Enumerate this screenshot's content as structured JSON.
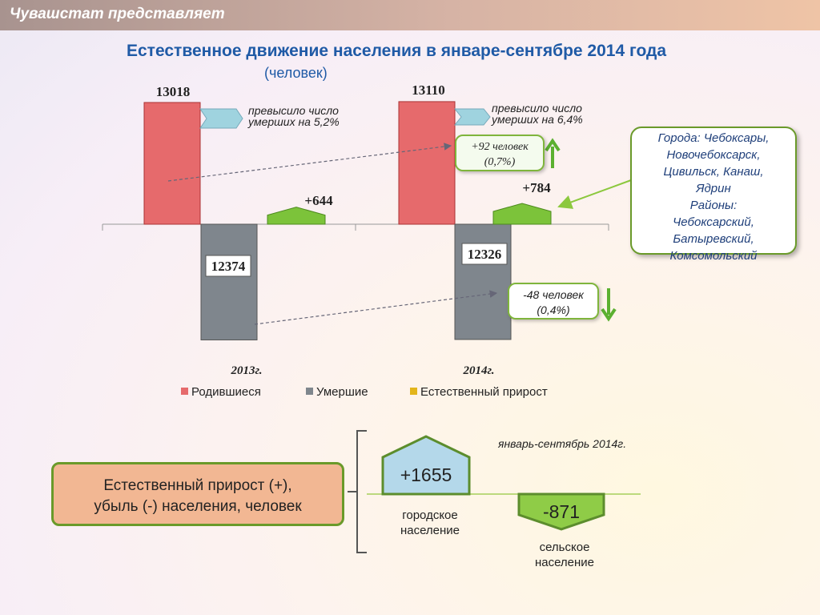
{
  "header": {
    "brand": "Чувашстат представляет"
  },
  "title": "Естественное движение населения в январе-сентябре 2014 года",
  "subtitle": "(человек)",
  "chart_data": {
    "type": "bar",
    "categories": [
      "2013г.",
      "2014г."
    ],
    "series": [
      {
        "name": "Родившиеся",
        "values": [
          13018,
          13110
        ],
        "color": "#e66a6c"
      },
      {
        "name": "Умершие",
        "values": [
          12374,
          12326
        ],
        "color": "#7f868d"
      },
      {
        "name": "Естественный прирост",
        "values": [
          644,
          784
        ],
        "color": "#7cc33a"
      }
    ],
    "value_labels": {
      "births": [
        "13018",
        "13110"
      ],
      "deaths": [
        "12374",
        "12326"
      ],
      "growth": [
        "+644",
        "+784"
      ]
    },
    "legend_position": "bottom"
  },
  "notes": {
    "exceeded_2013": "превысило число умерших на 5,2%",
    "exceeded_2014": "превысило число умерших на 6,4%",
    "births_change": "+92 человек (0,7%)",
    "deaths_change": "-48 человек (0,4%)"
  },
  "cities_box": {
    "lines": [
      "Города: Чебоксары,",
      "Новочебоксарск,",
      "Цивильск, Канаш,",
      "Ядрин",
      "Районы:",
      "Чебоксарский,",
      "Батыревский,",
      "Комсомольский"
    ]
  },
  "bottom": {
    "box_text_1": "Естественный прирост (+),",
    "box_text_2": "убыль (-) населения, человек",
    "period": "январь-сентябрь 2014г.",
    "urban_value": "+1655",
    "urban_label_1": "городское",
    "urban_label_2": "население",
    "rural_value": "-871",
    "rural_label_1": "сельское",
    "rural_label_2": "население",
    "chart_data": {
      "type": "bar",
      "categories": [
        "городское население",
        "сельское население"
      ],
      "values": [
        1655,
        -871
      ]
    }
  },
  "colors": {
    "accent": "#1f5aa6",
    "births": "#e66a6c",
    "deaths": "#7f868d",
    "growth": "#7cc33a",
    "frame": "#6a9a2a"
  }
}
